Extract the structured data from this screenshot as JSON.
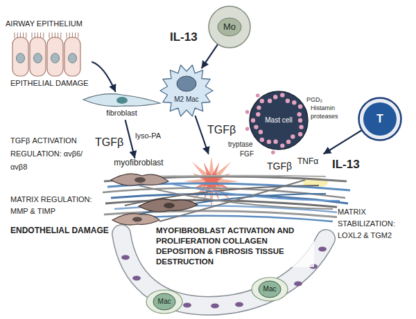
{
  "diagram": {
    "nodes": [
      {
        "text": [
          "AIRWAY EPITHELIUM"
        ]
      },
      {
        "text": [
          "fibroblast"
        ]
      },
      {
        "text": [
          "myofibroblast"
        ]
      },
      {
        "text": [
          "Mo"
        ]
      },
      {
        "text": [
          "M2 Mac"
        ]
      },
      {
        "text": [
          "Mast cell"
        ]
      },
      {
        "text": [
          "T"
        ]
      },
      {
        "text": [
          "MYOFIBROBLAST ACTIVATION AND PROLIFERATION COLLAGEN DEPOSITION & FIBROSIS TISSUE DESTRUCTION"
        ]
      },
      {
        "text": [
          "Mac"
        ]
      },
      {
        "text": [
          "Mac"
        ]
      }
    ],
    "edges": [
      {
        "from": 0,
        "to": 1,
        "arrow": "to"
      },
      {
        "from": 1,
        "to": 2,
        "arrow": "to",
        "label": "lyso-PA"
      },
      {
        "from": 3,
        "to": 4,
        "arrow": "to",
        "label": "IL-13"
      },
      {
        "from": 4,
        "to": 7,
        "arrow": "to",
        "label": "TGFβ"
      },
      {
        "from": 6,
        "to": 7,
        "arrow": "to",
        "label": "IL-13"
      }
    ],
    "labels": [
      "EPITHELIAL DAMAGE",
      "TGFβ ACTIVATION REGULATION: αvβ6/αvβ8",
      "TGFβ",
      "MATRIX REGULATION: MMP & TIMP",
      "ENDOTHELIAL DAMAGE",
      "PGD₂",
      "Histamin",
      "proteases",
      "tryptase",
      "FGF",
      "TGFβ",
      "TNFα",
      "MATRIX STABILIZATION: LOXL2 & TGM2"
    ]
  }
}
